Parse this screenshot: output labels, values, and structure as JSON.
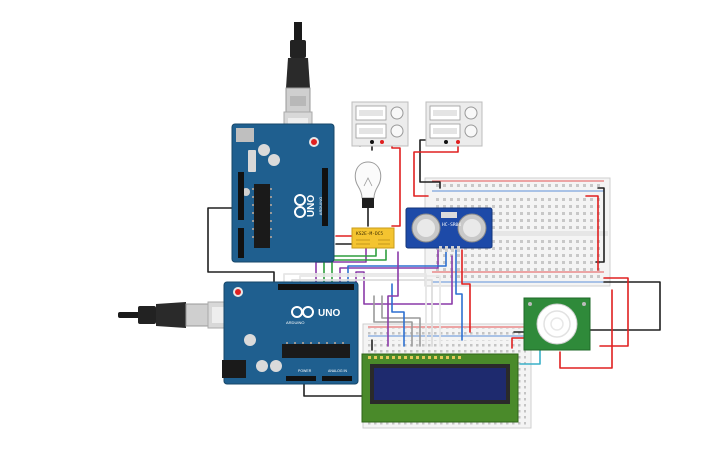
{
  "colors": {
    "arduino": "#1f5f8f",
    "arduino_dark": "#184a70",
    "breadboard": "#f2f2f2",
    "breadboard_rail": "#d9d9d9",
    "wire_red": "#e02020",
    "wire_black": "#202020",
    "wire_purple": "#8a3aa8",
    "wire_green": "#2e9e3e",
    "wire_blue": "#2d6fd0",
    "wire_gray": "#9a9a9a",
    "wire_white": "#e8e8e8",
    "wire_cyan": "#3ab0c8",
    "lcd_bezel": "#4a8a2a",
    "lcd_screen": "#1e2a6e",
    "pir_board": "#2f8a3a",
    "relay": "#f4c430",
    "sonar": "#1d4aa8"
  },
  "arduino_top": {
    "brand": "ARDUINO",
    "model": "UNO",
    "icon": "infinity-logo-icon",
    "connector_icon": "usb-b-connector-icon"
  },
  "arduino_bottom": {
    "brand": "ARDUINO",
    "model": "UNO",
    "power_label": "POWER",
    "analog_label": "ANALOG IN",
    "icon": "infinity-logo-icon",
    "connector_icon": "usb-b-connector-icon"
  },
  "power_supplies": [
    {
      "icon": "power-supply-icon"
    },
    {
      "icon": "power-supply-icon"
    }
  ],
  "bulb": {
    "icon": "light-bulb-icon"
  },
  "relay": {
    "label": "KS2E-M-DC5"
  },
  "ultrasonic": {
    "label": "HC-SR04",
    "icon": "ultrasonic-sensor-icon"
  },
  "pir": {
    "icon": "pir-sensor-icon"
  },
  "lcd": {
    "icon": "lcd-display-icon"
  }
}
